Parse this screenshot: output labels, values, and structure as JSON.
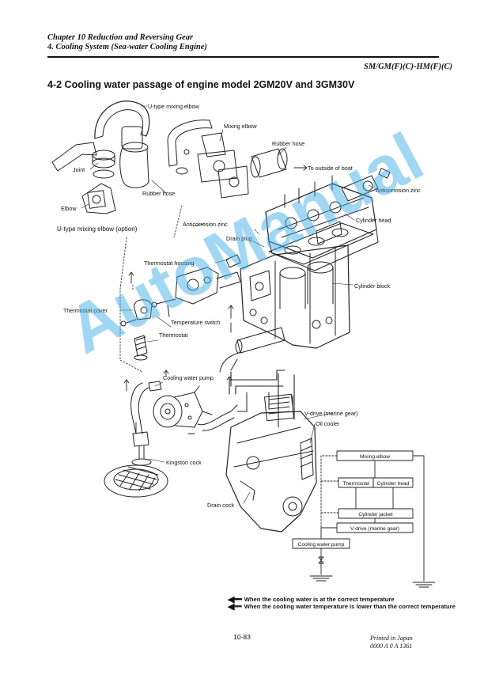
{
  "header": {
    "chapter": "Chapter 10 Reduction and Reversing Gear",
    "section": "4. Cooling System (Sea-water Cooling Engine)",
    "model_code": "SM/GM(F)(C)-HM(F)(C)"
  },
  "section_title": "4-2 Cooling water passage of engine model 2GM20V and 3GM30V",
  "labels": {
    "u_type_mixing_elbow": "U-type mixing elbow",
    "mixing_elbow": "Mixing elbow",
    "rubber_hose_top": "Rubber hose",
    "to_outside_of_boat": "To outside of boat",
    "joint": "Joint",
    "anticorrosion_zinc_right": "Anticorrosion zinc",
    "rubber_hose": "Rubber hose",
    "elbow": "Elbow",
    "cylinder_head": "Cylinder head",
    "u_type_mixing_elbow_option": "U-type mixing elbow (option)",
    "anticorrosion_zinc": "Anticorrosion zinc",
    "drain_plug": "Drain plug",
    "thermostat_housing": "Thermostat housing",
    "cylinder_block": "Cylinder block",
    "thermostat_cover": "Thermostat cover",
    "temperature_switch": "Temperature switch",
    "thermostat": "Thermostat",
    "cooling_water_pump": "Cooling water pump",
    "v_drive": "V-drive (marine gear)",
    "oil_cooler": "Oil cooler",
    "kingston_cock": "Kingston cock",
    "drain_cock": "Drain cock"
  },
  "flow_chart": {
    "mixing_elbow": "Mixing elbow",
    "thermostat": "Thermostat",
    "cylinder_head": "Cylinder head",
    "cylinder_jacket": "Cylinder jacket",
    "v_drive": "V-drive (marine gear)",
    "cooling_water_pump": "Cooling water pump"
  },
  "legend": {
    "solid": "When the cooling water is at the correct temperature",
    "dashed": "When the cooling water temperature is lower than the correct temperature"
  },
  "footer": {
    "page_number": "10-83",
    "printed": "Printed in Japan",
    "code": "0000 A 0 A 1361"
  },
  "watermark": "AutoManual",
  "colors": {
    "ink": "#111111",
    "watermark": "#30a8e6"
  }
}
